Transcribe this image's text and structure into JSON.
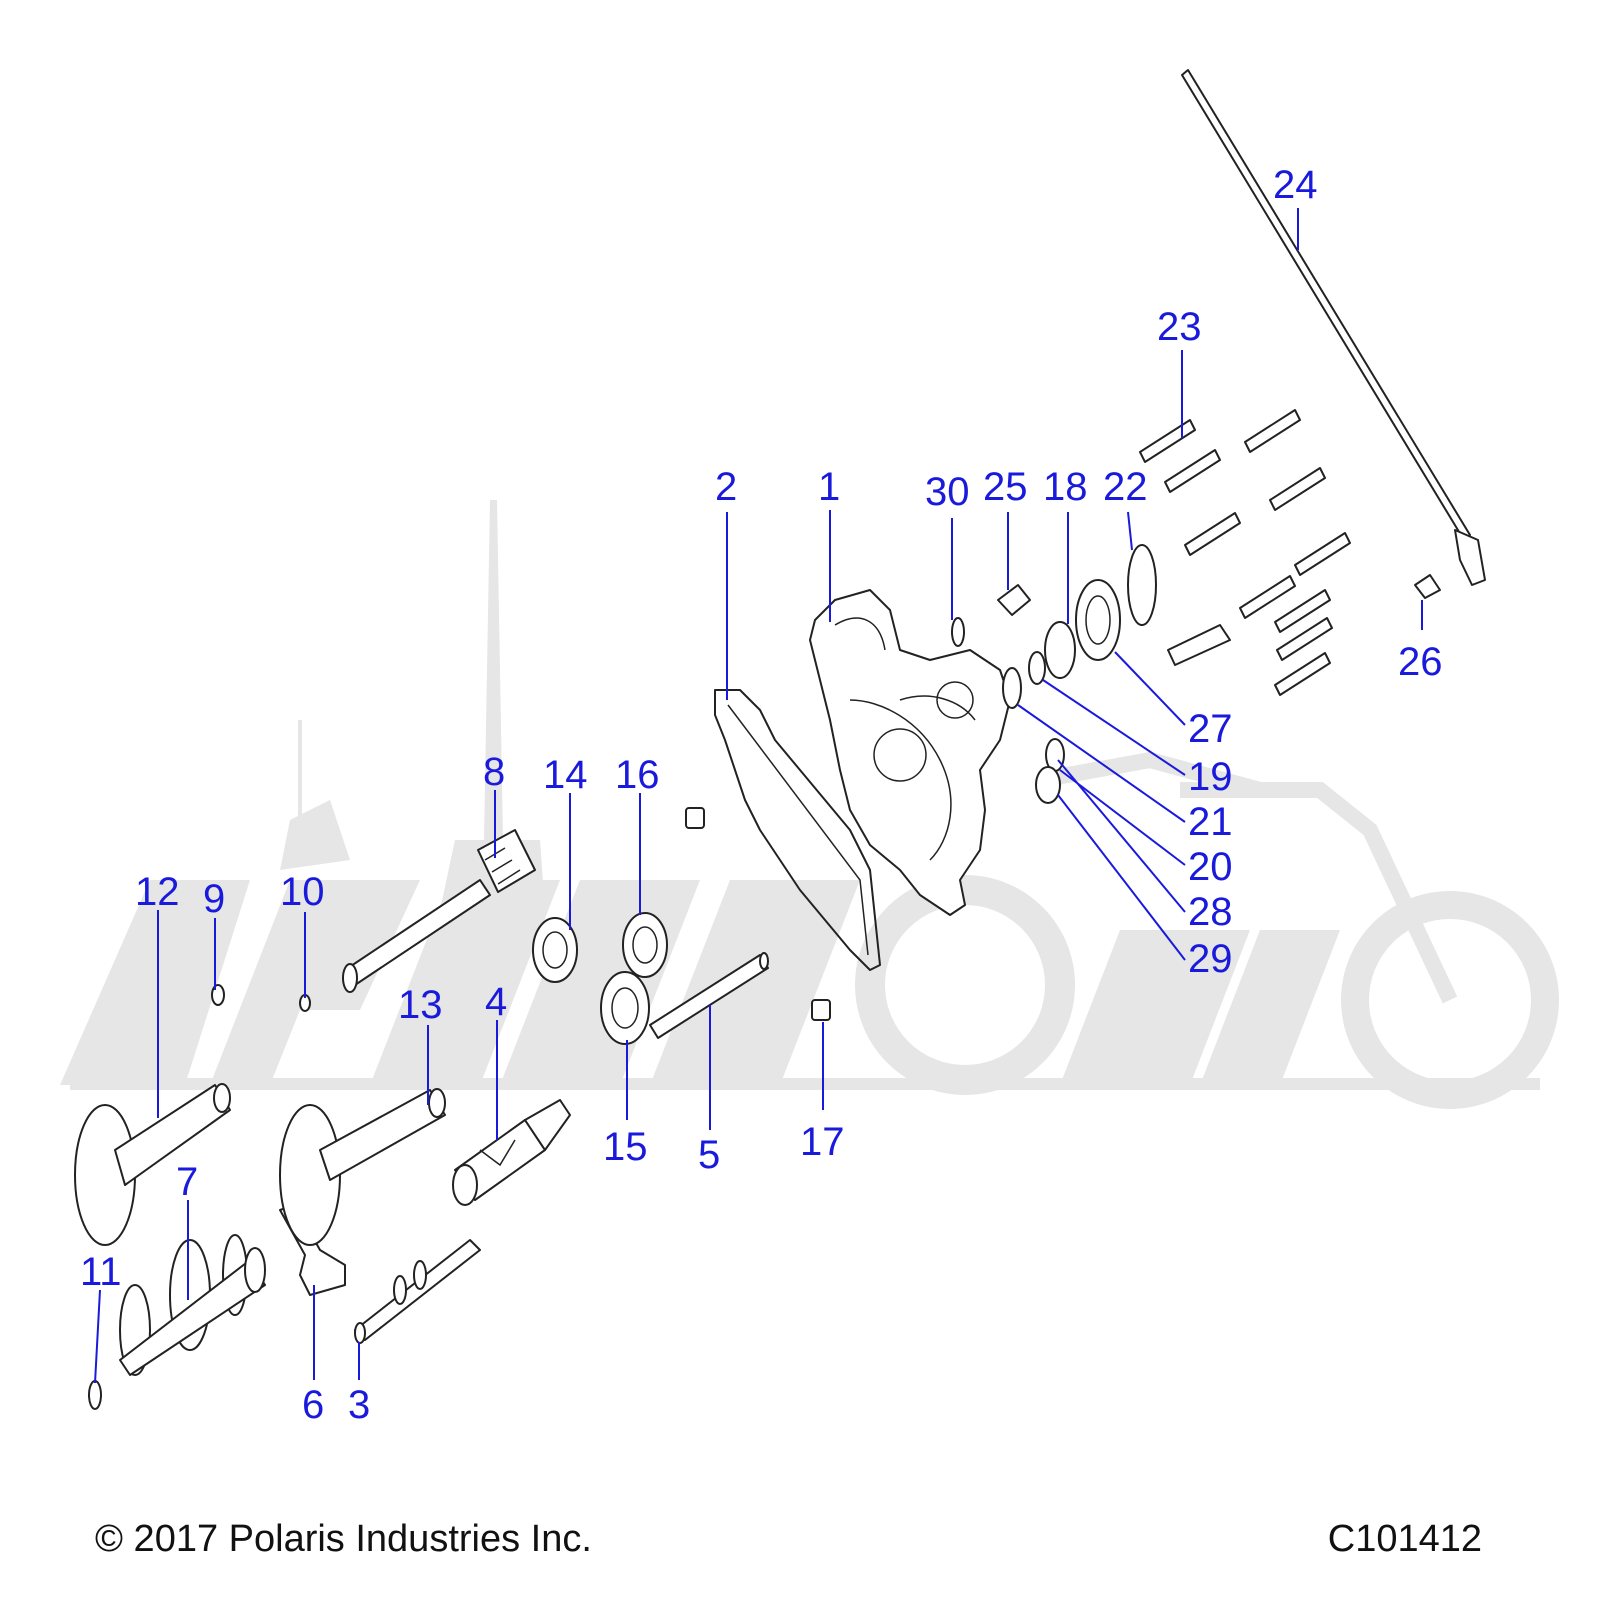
{
  "footer": {
    "copyright": "© 2017 Polaris Industries Inc.",
    "diagram_id": "C101412"
  },
  "callouts": [
    {
      "id": "1",
      "text": "1"
    },
    {
      "id": "2",
      "text": "2"
    },
    {
      "id": "3",
      "text": "3"
    },
    {
      "id": "4",
      "text": "4"
    },
    {
      "id": "5",
      "text": "5"
    },
    {
      "id": "6",
      "text": "6"
    },
    {
      "id": "7",
      "text": "7"
    },
    {
      "id": "8",
      "text": "8"
    },
    {
      "id": "9",
      "text": "9"
    },
    {
      "id": "10",
      "text": "10"
    },
    {
      "id": "11",
      "text": "11"
    },
    {
      "id": "12",
      "text": "12"
    },
    {
      "id": "13",
      "text": "13"
    },
    {
      "id": "14",
      "text": "14"
    },
    {
      "id": "15",
      "text": "15"
    },
    {
      "id": "16",
      "text": "16"
    },
    {
      "id": "17",
      "text": "17"
    },
    {
      "id": "18",
      "text": "18"
    },
    {
      "id": "19",
      "text": "19"
    },
    {
      "id": "20",
      "text": "20"
    },
    {
      "id": "21",
      "text": "21"
    },
    {
      "id": "22",
      "text": "22"
    },
    {
      "id": "23",
      "text": "23"
    },
    {
      "id": "24",
      "text": "24"
    },
    {
      "id": "25",
      "text": "25"
    },
    {
      "id": "26",
      "text": "26"
    },
    {
      "id": "27",
      "text": "27"
    },
    {
      "id": "28",
      "text": "28"
    },
    {
      "id": "29",
      "text": "29"
    },
    {
      "id": "30",
      "text": "30"
    }
  ],
  "colors": {
    "callout": "#1a1adc",
    "line_art": "#222222",
    "watermark": "#e6e6e6"
  }
}
